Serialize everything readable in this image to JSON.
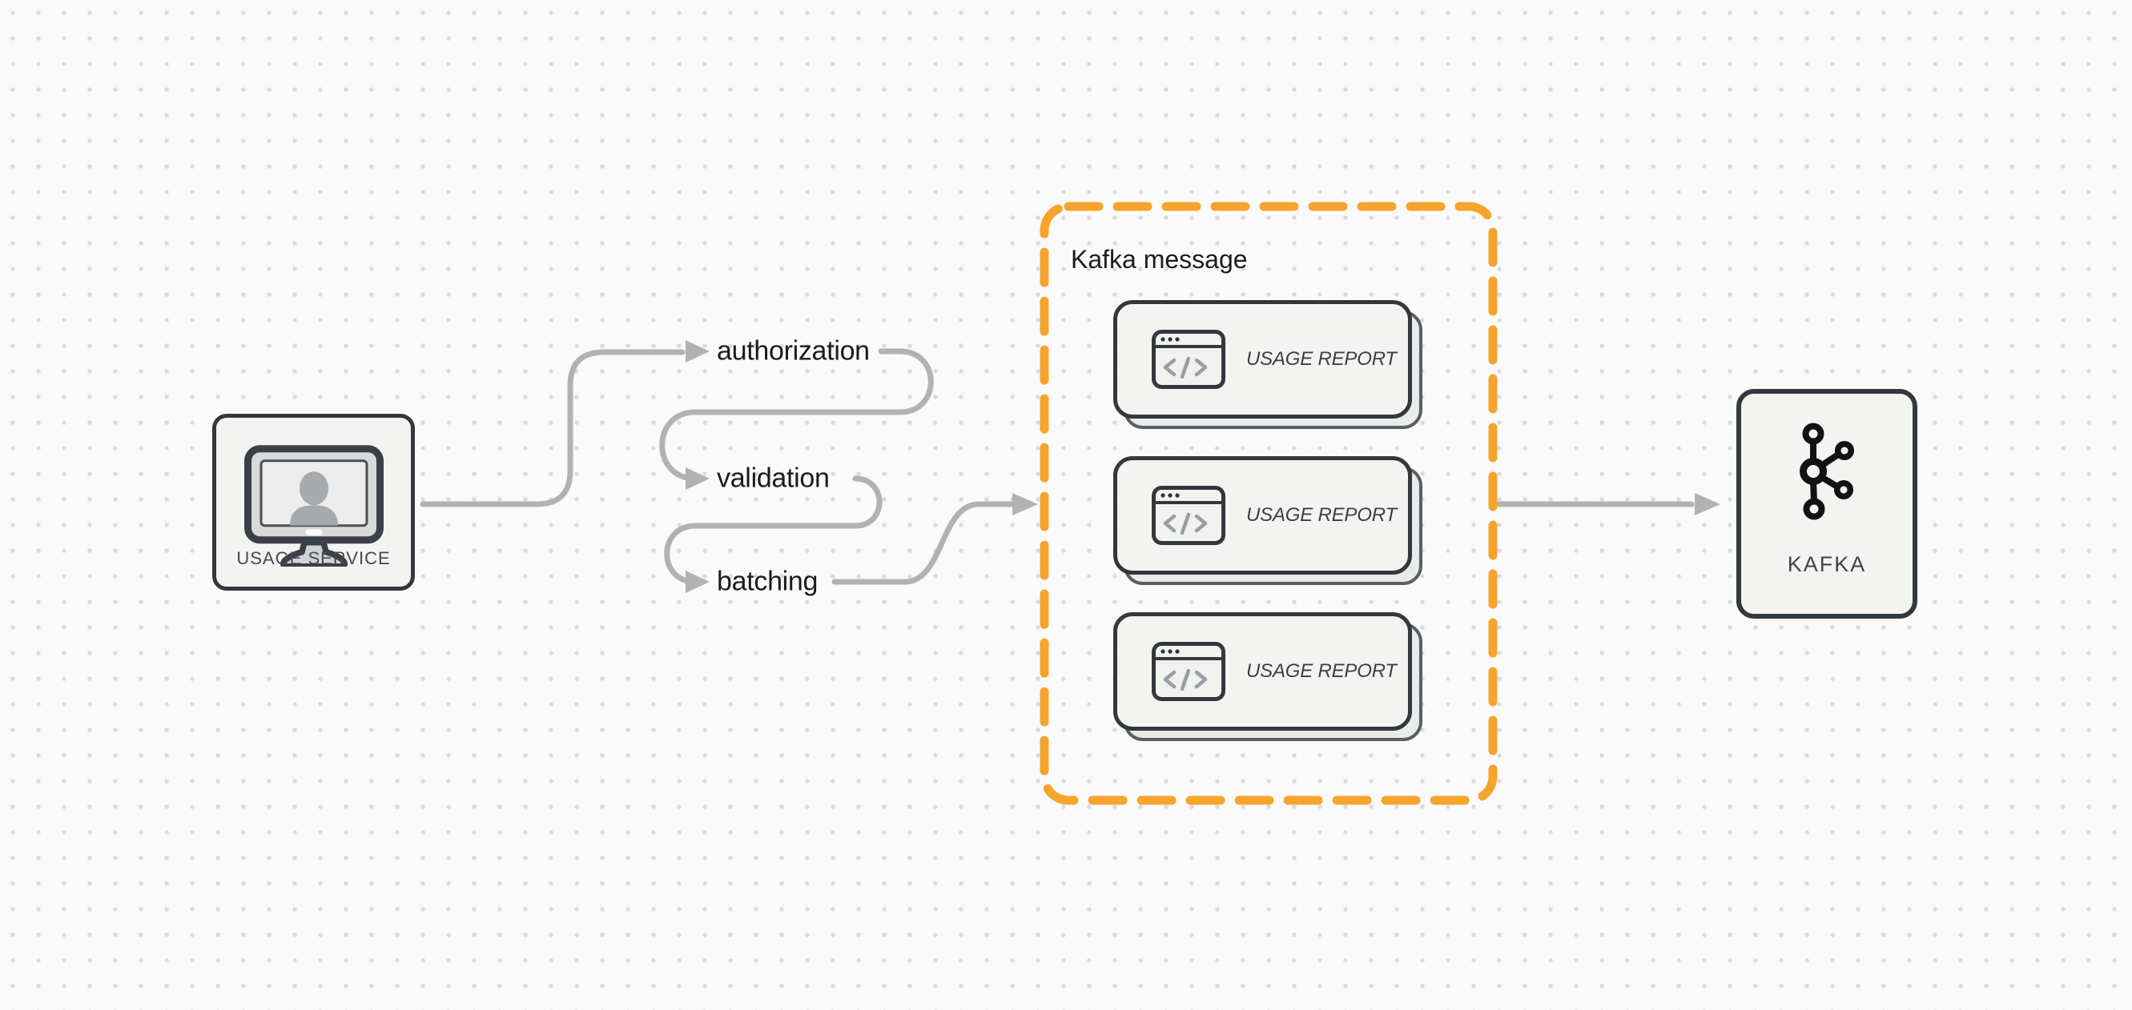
{
  "diagram": {
    "source_node": {
      "label": "USAGE SERVICE",
      "icon": "user-monitor-icon"
    },
    "pipeline_steps": [
      {
        "label": "authorization"
      },
      {
        "label": "validation"
      },
      {
        "label": "batching"
      }
    ],
    "kafka_group": {
      "title": "Kafka message",
      "cards": [
        {
          "label": "USAGE REPORT",
          "icon": "code-window-icon"
        },
        {
          "label": "USAGE REPORT",
          "icon": "code-window-icon"
        },
        {
          "label": "USAGE REPORT",
          "icon": "code-window-icon"
        }
      ]
    },
    "sink_node": {
      "label": "KAFKA",
      "icon": "kafka-logo-icon"
    },
    "colors": {
      "background": "#fafafa",
      "dot_grid": "#dbdbdb",
      "node_border": "#33383d",
      "node_fill": "#f3f4f2",
      "connector_gray": "#b2b2b2",
      "group_border_orange": "#f7a42c",
      "step_text": "#1a1b1e",
      "node_label_text": "#45494e",
      "card_label_text": "#3a3f46"
    }
  }
}
